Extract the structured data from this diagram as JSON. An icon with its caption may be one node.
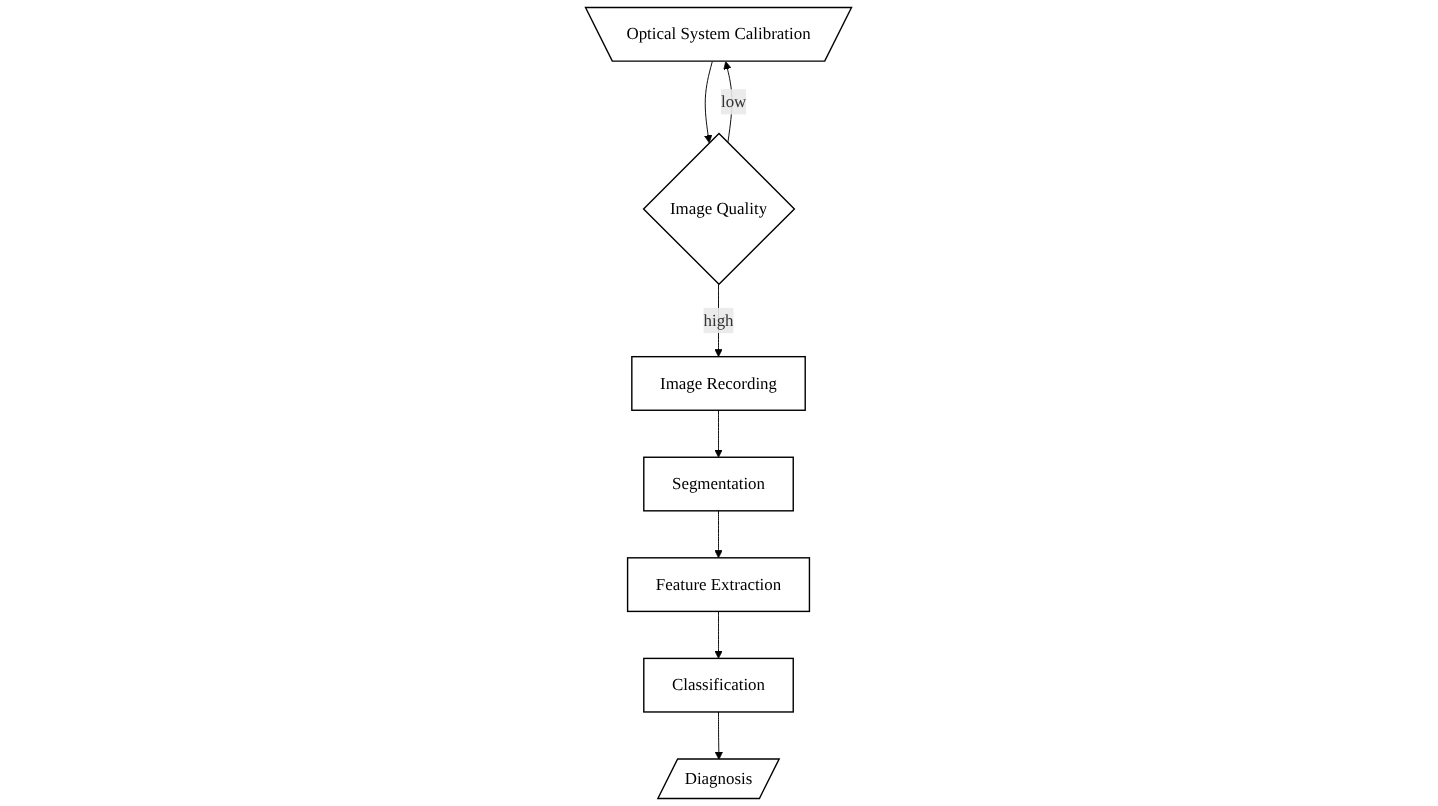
{
  "diagram": {
    "nodes": [
      {
        "text": [
          "Optical System Calibration"
        ]
      },
      {
        "text": [
          "Image Quality"
        ]
      },
      {
        "text": [
          "Image Recording"
        ]
      },
      {
        "text": [
          "Segmentation"
        ]
      },
      {
        "text": [
          "Feature Extraction"
        ]
      },
      {
        "text": [
          "Classification"
        ]
      },
      {
        "text": [
          "Diagnosis"
        ]
      }
    ],
    "edges": [
      {
        "from": 0,
        "to": 1,
        "arrow": "to"
      },
      {
        "from": 1,
        "to": 0,
        "arrow": "to",
        "label": "low"
      },
      {
        "from": 1,
        "to": 2,
        "arrow": "to",
        "label": "high"
      },
      {
        "from": 2,
        "to": 3,
        "arrow": "to"
      },
      {
        "from": 3,
        "to": 4,
        "arrow": "to"
      },
      {
        "from": 4,
        "to": 5,
        "arrow": "to"
      },
      {
        "from": 5,
        "to": 6,
        "arrow": "to"
      }
    ]
  }
}
